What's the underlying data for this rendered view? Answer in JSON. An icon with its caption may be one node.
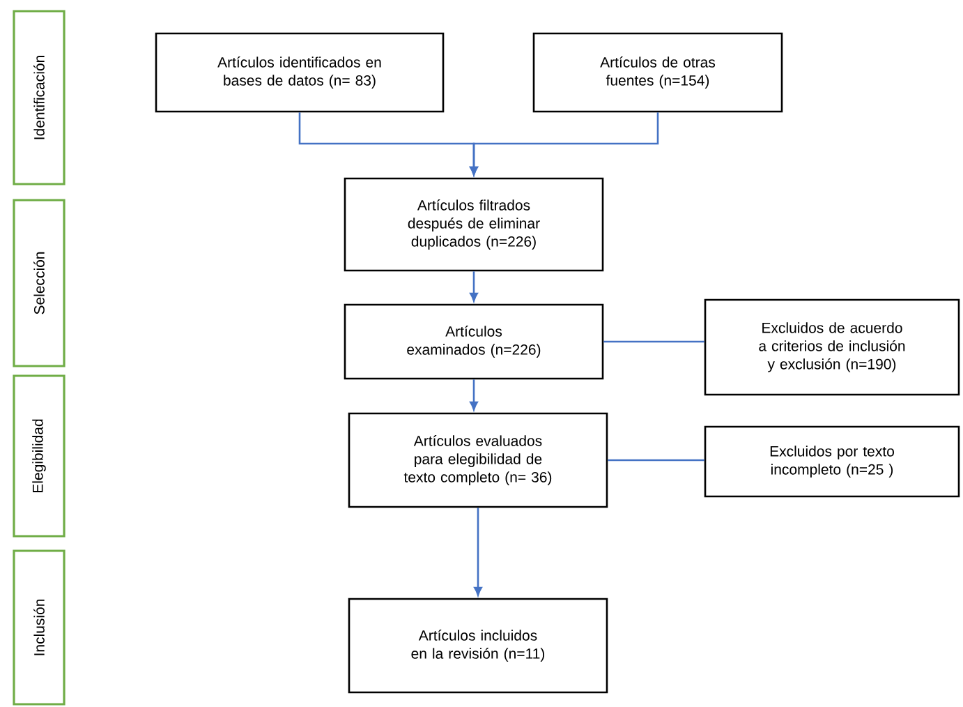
{
  "diagram": {
    "nodes": [
      {
        "text": [
          "Identificación"
        ]
      },
      {
        "text": [
          "Selección"
        ]
      },
      {
        "text": [
          "Elegibilidad"
        ]
      },
      {
        "text": [
          "Inclusión"
        ]
      },
      {
        "text": [
          "Artículos  identificados en bases de datos (n= 83)"
        ]
      },
      {
        "text": [
          "Artículos de otras fuentes (n=154)"
        ]
      },
      {
        "text": [
          "Artículos filtrados después de eliminar duplicados (n=226)"
        ]
      },
      {
        "text": [
          "Artículos examinados (n=226)"
        ]
      },
      {
        "text": [
          "Excluidos de acuerdo a criterios de inclusión y exclusión (n=190)"
        ]
      },
      {
        "text": [
          "Artículos evaluados para elegibilidad de texto completo (n= 36)"
        ]
      },
      {
        "text": [
          "Excluidos por texto incompleto (n=25 )"
        ]
      },
      {
        "text": [
          "Artículos incluidos en la revisión (n=11)"
        ]
      }
    ],
    "edges": [
      {
        "from": 4,
        "to": 6,
        "arrow": "to"
      },
      {
        "from": 5,
        "to": 6,
        "arrow": "to"
      },
      {
        "from": 6,
        "to": 7,
        "arrow": "to"
      },
      {
        "from": 7,
        "to": 8,
        "arrow": "none"
      },
      {
        "from": 7,
        "to": 9,
        "arrow": "to"
      },
      {
        "from": 9,
        "to": 10,
        "arrow": "none"
      },
      {
        "from": 9,
        "to": 11,
        "arrow": "to"
      }
    ]
  }
}
